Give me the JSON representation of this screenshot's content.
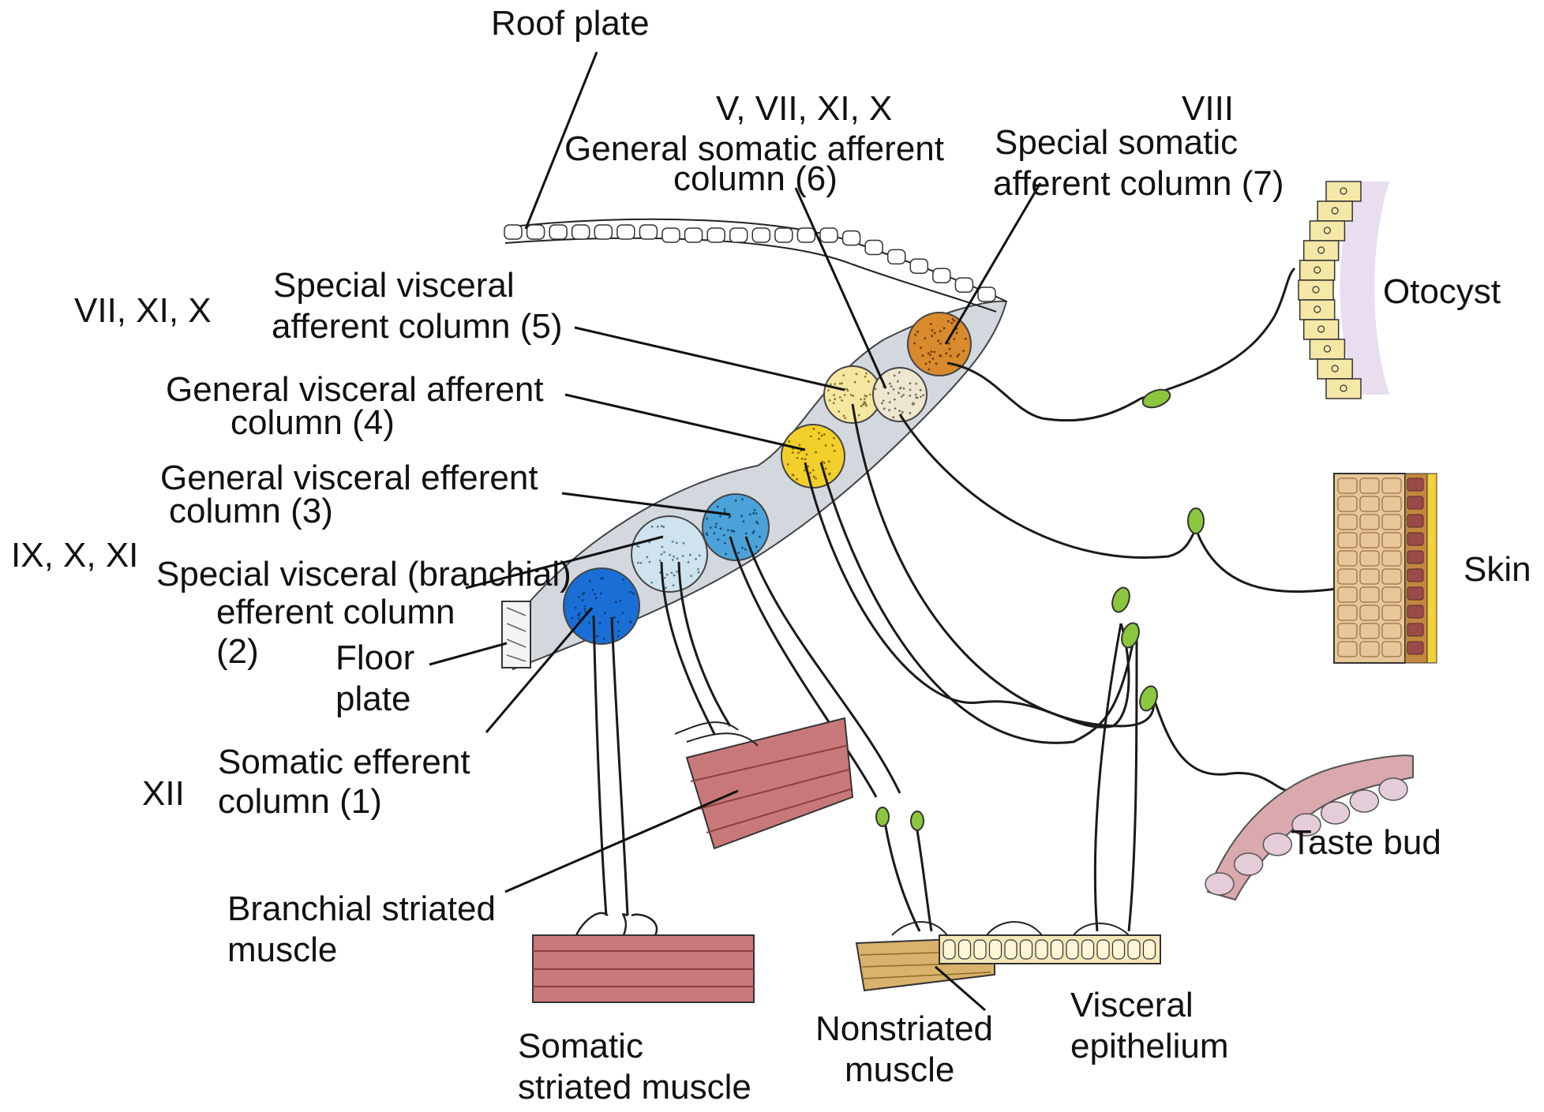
{
  "labels": {
    "roof_plate": "Roof plate",
    "nerves_gsa": "V, VII, XI, X",
    "gsa_line1": "General somatic afferent",
    "gsa_line2": "column (6)",
    "nerves_ssa": "VIII",
    "ssa_line1": "Special somatic",
    "ssa_line2": "afferent column (7)",
    "nerves_sva": "VII, XI, X",
    "sva_line1": "Special visceral",
    "sva_line2": "afferent column (5)",
    "gva_line1": "General visceral afferent",
    "gva_line2": "column (4)",
    "gve_line1": "General visceral efferent",
    "gve_line2": "column (3)",
    "nerves_sve": "IX, X, XI",
    "sve_line1": "Special visceral (branchial)",
    "sve_line2": "efferent column",
    "sve_line3": "(2)",
    "floor_line1": "Floor",
    "floor_line2": "plate",
    "se_line1": "Somatic efferent",
    "se_line2": "column (1)",
    "nerves_se": "XII",
    "branchial_line1": "Branchial striated",
    "branchial_line2": "muscle",
    "somatic_line1": "Somatic",
    "somatic_line2": "striated muscle",
    "nonstriated_line1": "Nonstriated",
    "nonstriated_line2": "muscle",
    "visceral_line1": "Visceral",
    "visceral_line2": "epithelium",
    "otocyst": "Otocyst",
    "skin": "Skin",
    "taste_bud": "Taste bud"
  },
  "colors": {
    "neural_tube": "#d3d8de",
    "col_1": "#1a6fd6",
    "col_2": "#cfe3ee",
    "col_3": "#4ba2d9",
    "col_4": "#f2cf2a",
    "col_5": "#f6e7a0",
    "col_6": "#efe6cf",
    "col_7": "#d98a2c",
    "ganglion": "#8cc63e",
    "muscle": "#c9787a",
    "otocyst_cells": "#f5e7a6",
    "skin_inner": "#c2873e",
    "skin_outer": "#f1d23b"
  }
}
